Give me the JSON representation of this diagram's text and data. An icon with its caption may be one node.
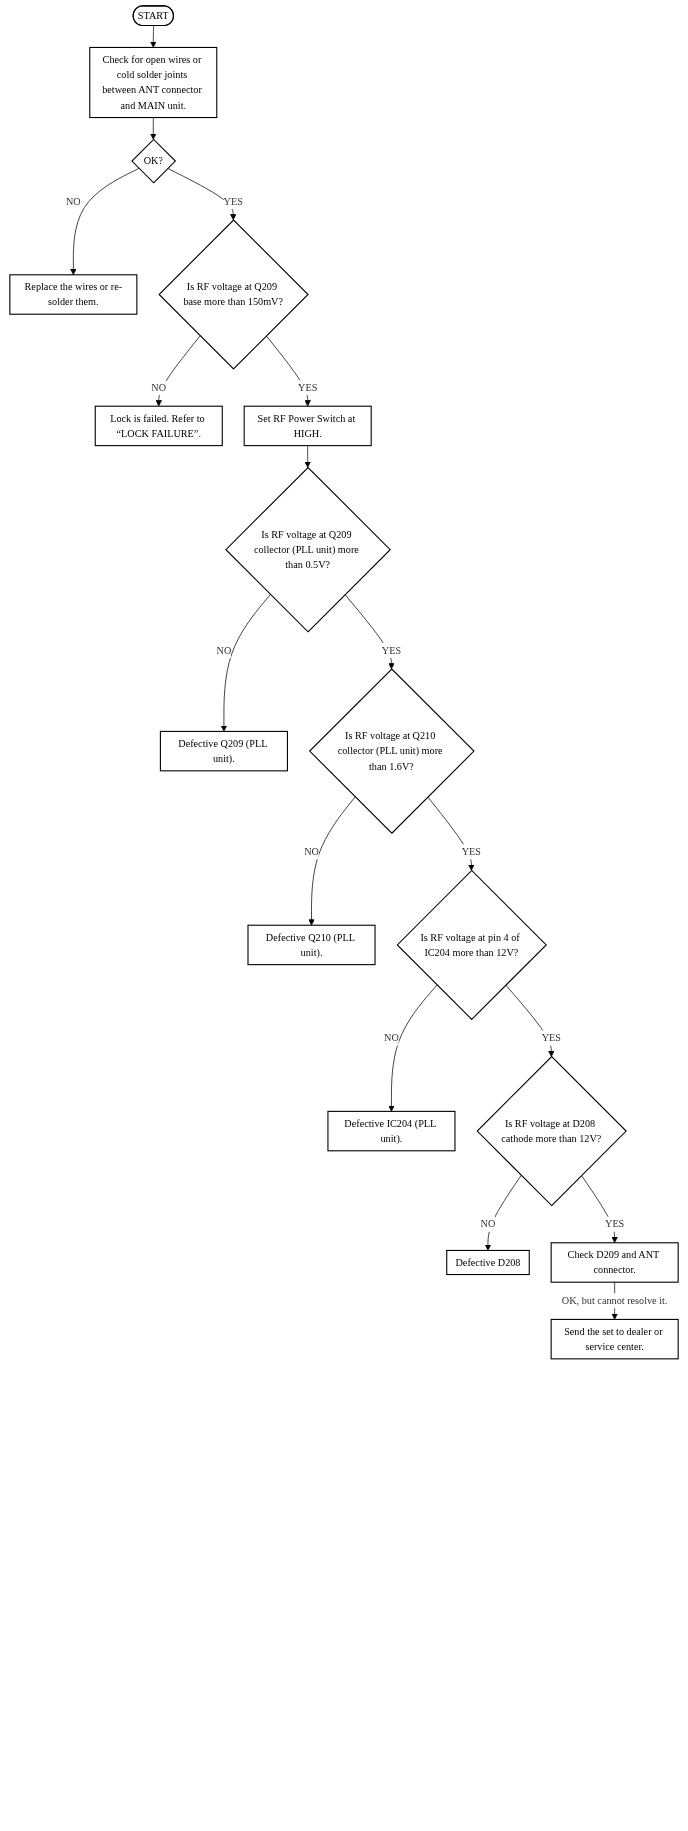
{
  "diagram": {
    "nodes": [
      {
        "text": [
          "START"
        ]
      },
      {
        "text": [
          "Check for open wires or cold solder joints between ANT connector and MAIN unit."
        ]
      },
      {
        "text": [
          "OK?"
        ]
      },
      {
        "text": [
          "Replace the wires or re-solder them."
        ]
      },
      {
        "text": [
          "Is RF voltage at Q209 base more than 150mV?"
        ]
      },
      {
        "text": [
          "Lock is failed. Refer to “LOCK FAILURE”."
        ]
      },
      {
        "text": [
          "Set RF Power Switch at HIGH."
        ]
      },
      {
        "text": [
          "Is RF voltage at Q209 collector (PLL unit) more than 0.5V?"
        ]
      },
      {
        "text": [
          "Defective Q209 (PLL unit)."
        ]
      },
      {
        "text": [
          "Is RF voltage at Q210 collector (PLL unit) more than 1.6V?"
        ]
      },
      {
        "text": [
          "Defective Q210 (PLL unit)."
        ]
      },
      {
        "text": [
          "Is RF voltage at pin 4 of IC204 more than 12V?"
        ]
      },
      {
        "text": [
          "Defective IC204 (PLL unit)."
        ]
      },
      {
        "text": [
          "Is RF voltage at D208 cathode more than 12V?"
        ]
      },
      {
        "text": [
          "Defective D208"
        ]
      },
      {
        "text": [
          "Check D209 and ANT connector."
        ]
      },
      {
        "text": [
          "Send the set to dealer or service center."
        ]
      }
    ],
    "edges": [
      {
        "from": 0,
        "to": 1,
        "arrow": "to"
      },
      {
        "from": 1,
        "to": 2,
        "arrow": "to"
      },
      {
        "from": 2,
        "to": 3,
        "arrow": "to",
        "label": "NO"
      },
      {
        "from": 2,
        "to": 4,
        "arrow": "to",
        "label": "YES"
      },
      {
        "from": 4,
        "to": 5,
        "arrow": "to",
        "label": "NO"
      },
      {
        "from": 4,
        "to": 6,
        "arrow": "to",
        "label": "YES"
      },
      {
        "from": 6,
        "to": 7,
        "arrow": "to"
      },
      {
        "from": 7,
        "to": 8,
        "arrow": "to",
        "label": "NO"
      },
      {
        "from": 7,
        "to": 9,
        "arrow": "to",
        "label": "YES"
      },
      {
        "from": 9,
        "to": 10,
        "arrow": "to",
        "label": "NO"
      },
      {
        "from": 9,
        "to": 11,
        "arrow": "to",
        "label": "YES"
      },
      {
        "from": 11,
        "to": 12,
        "arrow": "to",
        "label": "NO"
      },
      {
        "from": 11,
        "to": 13,
        "arrow": "to",
        "label": "YES"
      },
      {
        "from": 13,
        "to": 14,
        "arrow": "to",
        "label": "NO"
      },
      {
        "from": 13,
        "to": 15,
        "arrow": "to",
        "label": "YES"
      },
      {
        "from": 15,
        "to": 16,
        "arrow": "to",
        "label": "OK, but cannot resolve it."
      }
    ]
  }
}
